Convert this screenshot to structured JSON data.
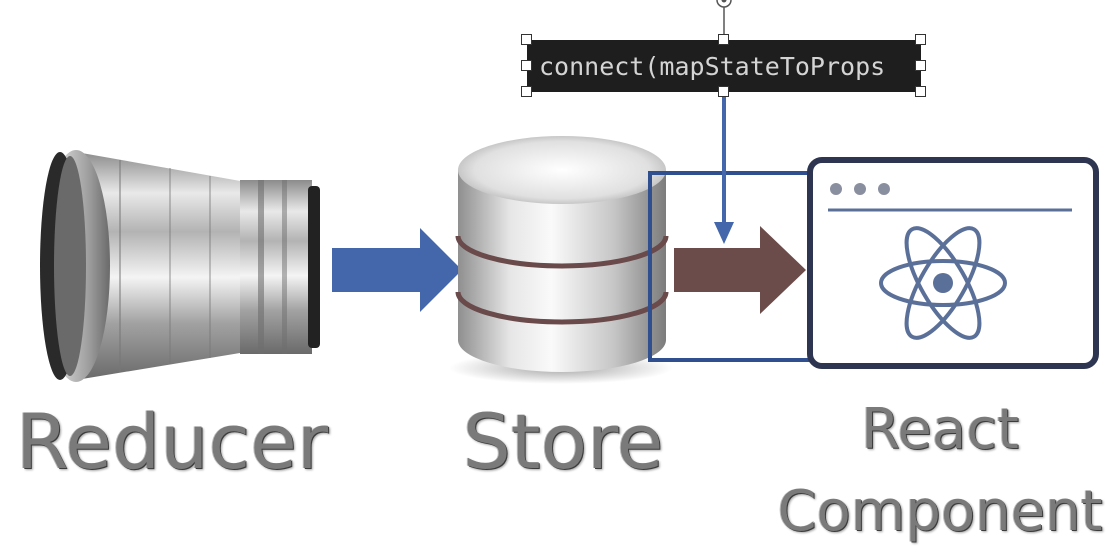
{
  "labels": {
    "reducer": "Reducer",
    "store": "Store",
    "react_line1": "React",
    "react_line2": "Component"
  },
  "code_snippet": "connect(mapStateToProps",
  "icons": {
    "reducer": "duct-reducer-icon",
    "store": "database-cylinder-icon",
    "component": "react-browser-window-icon"
  },
  "colors": {
    "arrow_blue": "#4466aa",
    "arrow_brown": "#6b4c4a",
    "highlight_box": "#2f4f8f",
    "window_border": "#2d3550",
    "react_logo": "#5b7099",
    "label_gray": "#7a7a7a",
    "code_bg": "#1e1e1e"
  }
}
